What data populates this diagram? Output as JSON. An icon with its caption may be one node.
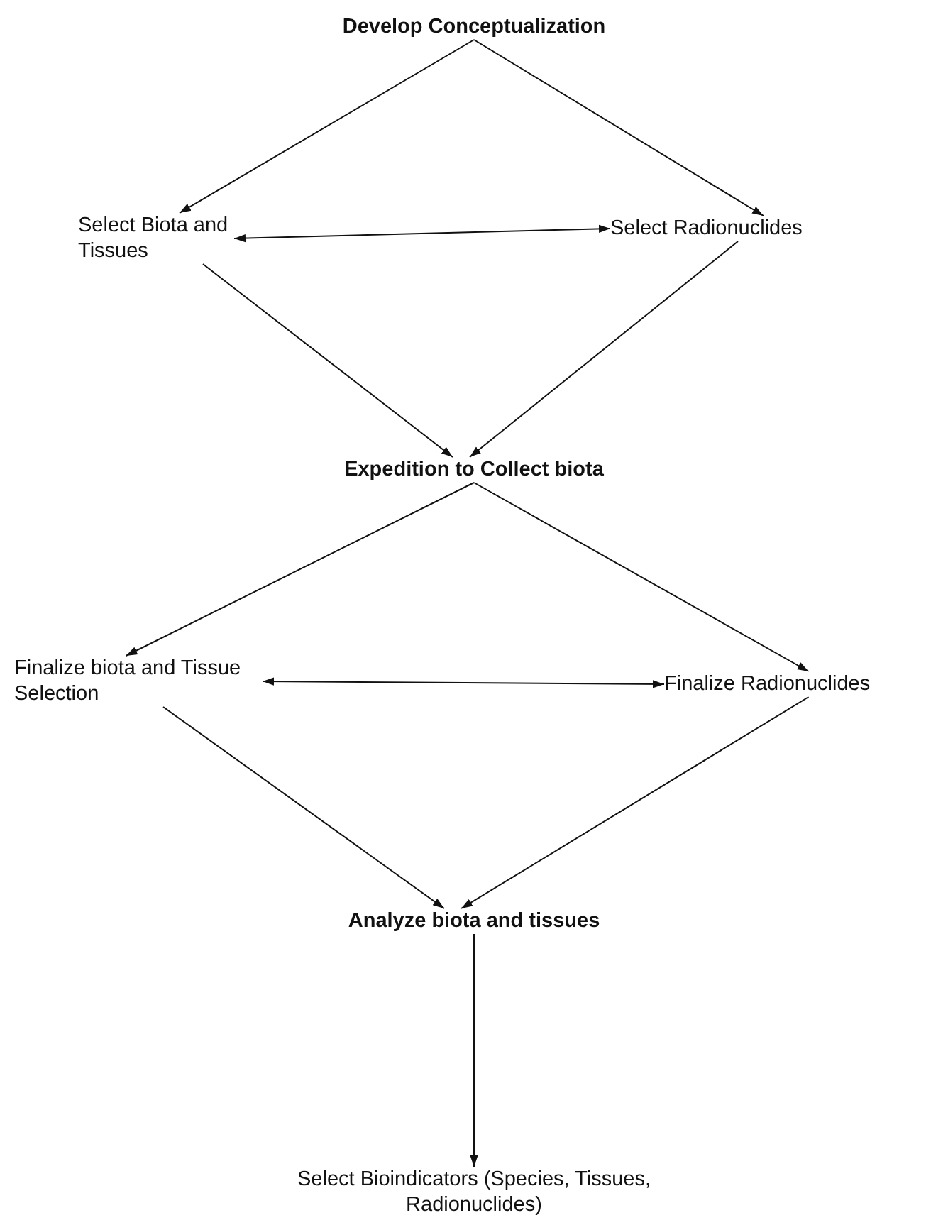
{
  "diagram": {
    "nodes": [
      {
        "text": [
          "Develop Conceptualization"
        ]
      },
      {
        "text": [
          "Select Biota and Tissues"
        ]
      },
      {
        "text": [
          "Select Radionuclides"
        ]
      },
      {
        "text": [
          "Expedition to Collect biota"
        ]
      },
      {
        "text": [
          "Finalize biota and Tissue Selection"
        ]
      },
      {
        "text": [
          "Finalize Radionuclides"
        ]
      },
      {
        "text": [
          "Analyze biota and tissues"
        ]
      },
      {
        "text": [
          "Select Bioindicators (Species, Tissues, Radionuclides)"
        ]
      }
    ],
    "edges": [
      {
        "from": 0,
        "to": 1,
        "arrow": "to"
      },
      {
        "from": 0,
        "to": 2,
        "arrow": "to"
      },
      {
        "from": 1,
        "to": 2,
        "arrow": "both"
      },
      {
        "from": 1,
        "to": 3,
        "arrow": "to"
      },
      {
        "from": 2,
        "to": 3,
        "arrow": "to"
      },
      {
        "from": 3,
        "to": 4,
        "arrow": "to"
      },
      {
        "from": 3,
        "to": 5,
        "arrow": "to"
      },
      {
        "from": 4,
        "to": 5,
        "arrow": "both"
      },
      {
        "from": 4,
        "to": 6,
        "arrow": "to"
      },
      {
        "from": 5,
        "to": 6,
        "arrow": "to"
      },
      {
        "from": 6,
        "to": 7,
        "arrow": "to"
      }
    ]
  }
}
